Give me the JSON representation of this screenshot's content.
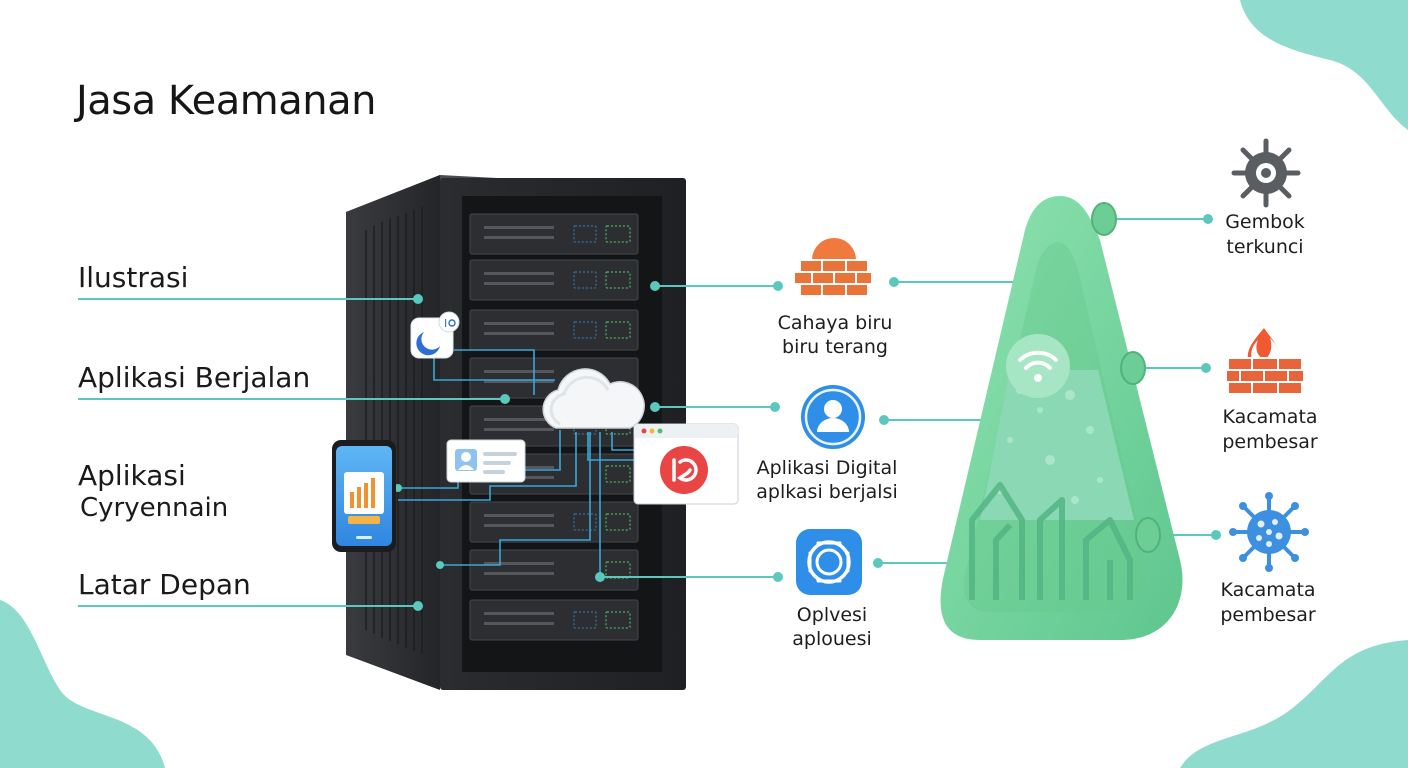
{
  "title": "Jasa Keamanan",
  "left_labels": [
    {
      "text": "Ilustrasi"
    },
    {
      "text": "Aplikasi Berjalan"
    },
    {
      "line1": "Aplikasi",
      "line2": "Cyryennain"
    },
    {
      "text": "Latar Depan"
    }
  ],
  "middle_labels": [
    {
      "line1": "Cahaya biru",
      "line2": "biru terang",
      "icon": "firewall-icon"
    },
    {
      "line1": "Aplikasi Digital",
      "line2": "aplkasi berjalsi",
      "icon": "user-icon"
    },
    {
      "line1": "Oplvesi",
      "line2": "aplouesi",
      "icon": "camera-app-icon"
    }
  ],
  "right_labels": [
    {
      "line1": "Gembok",
      "line2": "terkunci",
      "icon": "virus-gear-icon"
    },
    {
      "line1": "Kacamata",
      "line2": "pembesar",
      "icon": "fire-wall-icon"
    },
    {
      "line1": "Kacamata",
      "line2": "pembesar",
      "icon": "virus-icon"
    }
  ],
  "colors": {
    "teal_accent": "#5bc8bd",
    "mint_blob": "#8fdccf",
    "green_device": "#7fd9a3",
    "server_dark": "#2c2d30",
    "firewall_orange": "#f07a3d",
    "blue_app": "#2f8fe8",
    "red_app": "#e94545"
  }
}
